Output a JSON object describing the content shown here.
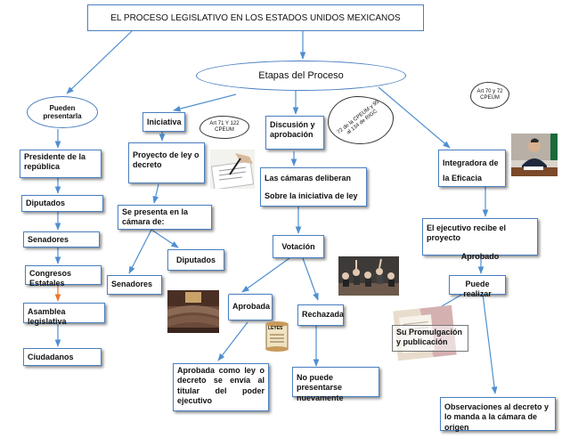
{
  "title": "EL PROCESO LEGISLATIVO EN LOS ESTADOS UNIDOS  MEXICANOS",
  "stages": "Etapas del Proceso",
  "left": {
    "can_present": "Pueden presentarla",
    "president": "Presidente de la república",
    "deputies": "Diputados",
    "senators": "Senadores",
    "state_congress": "Congresos Estatales",
    "legislative_assembly": "Asamblea legislativa",
    "citizens": "Ciudadanos"
  },
  "initiative": {
    "label": "Iniciativa",
    "note": "Art 71  Y 122 CPEUM",
    "project": "Proyecto de ley o decreto",
    "presented_in": "Se presenta en la cámara de:",
    "deputies": "Diputados",
    "senators": "Senadores"
  },
  "discussion": {
    "label": "Discusión y aprobación",
    "note": "72 de la CPEUM y 95 al 134 de RIGC",
    "chambers_1": "Las cámaras deliberan",
    "chambers_2": "Sobre la iniciativa de ley",
    "vote": "Votación",
    "approved": "Aprobada",
    "rejected": "Rechazada",
    "approved_text": "Aprobada como ley o decreto se envía al titular del poder ejecutivo",
    "rejected_text": "No puede presentarse nuevamente",
    "scroll_word": "LEYES"
  },
  "efficacy": {
    "note": "Art 70 y 72 CPEUM",
    "label": "Integradora de la Eficacia",
    "exec_receives": "El ejecutivo recibe el proyecto",
    "approved": "Aprobado",
    "can_do": "Puede realizar",
    "promulgation": "Su Promulgación y publicación",
    "observations": "Observaciones al decreto y lo manda a la cámara de origen"
  },
  "colors": {
    "border": "#4a7fc1",
    "arrow": "#4f8fd0",
    "orange_arrow": "#e8782a"
  }
}
